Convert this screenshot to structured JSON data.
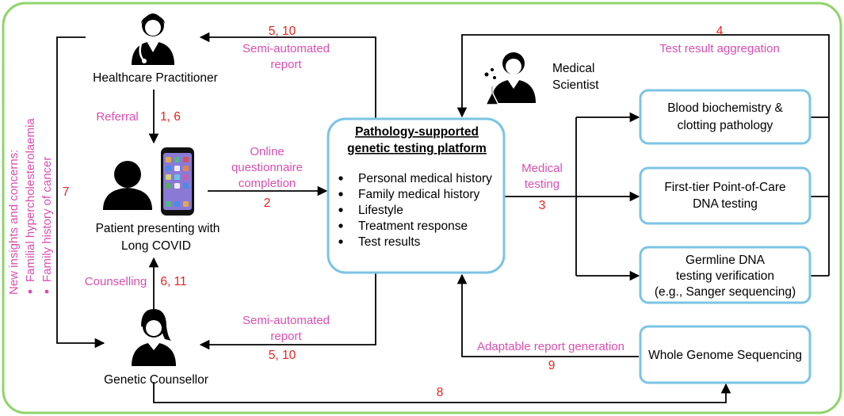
{
  "colors": {
    "frame": "#8fd46a",
    "box_border": "#7cc4e4",
    "label_pink": "#d94fb0",
    "step_red": "#e8231e",
    "line": "#000000"
  },
  "actors": {
    "practitioner": "Healthcare Practitioner",
    "patient_line1": "Patient presenting with",
    "patient_line2": "Long COVID",
    "counsellor": "Genetic Counsellor",
    "scientist_line1": "Medical",
    "scientist_line2": "Scientist"
  },
  "platform": {
    "title_line1": "Pathology-supported",
    "title_line2": "genetic testing platform",
    "items": [
      "Personal medical history",
      "Family medical history",
      "Lifestyle",
      "Treatment response",
      "Test results"
    ]
  },
  "tests": {
    "blood_line1": "Blood biochemistry &",
    "blood_line2": "clotting pathology",
    "poc_line1": "First-tier Point-of-Care",
    "poc_line2": "DNA testing",
    "germ_line1": "Germline DNA",
    "germ_line2": "testing verification",
    "germ_line3": "(e.g., Sanger sequencing)",
    "wgs": "Whole Genome Sequencing"
  },
  "labels": {
    "semi_top_1": "Semi-automated",
    "semi_top_2": "report",
    "semi_bot_1": "Semi-automated",
    "semi_bot_2": "report",
    "referral": "Referral",
    "online_1": "Online",
    "online_2": "questionnaire",
    "online_3": "completion",
    "counselling": "Counselling",
    "medical_1": "Medical",
    "medical_2": "testing",
    "aggregation": "Test result aggregation",
    "adaptable": "Adaptable report generation",
    "insights_title": "New insights and concerns:",
    "insight_1": "Familial hypercholesterolaemia",
    "insight_2": "Family history of cancer"
  },
  "steps": {
    "s_5_10_top": "5, 10",
    "s_1_6": "1, 6",
    "s_2": "2",
    "s_6_11": "6, 11",
    "s_5_10_bot": "5, 10",
    "s_3": "3",
    "s_4": "4",
    "s_7": "7",
    "s_8": "8",
    "s_9": "9"
  }
}
